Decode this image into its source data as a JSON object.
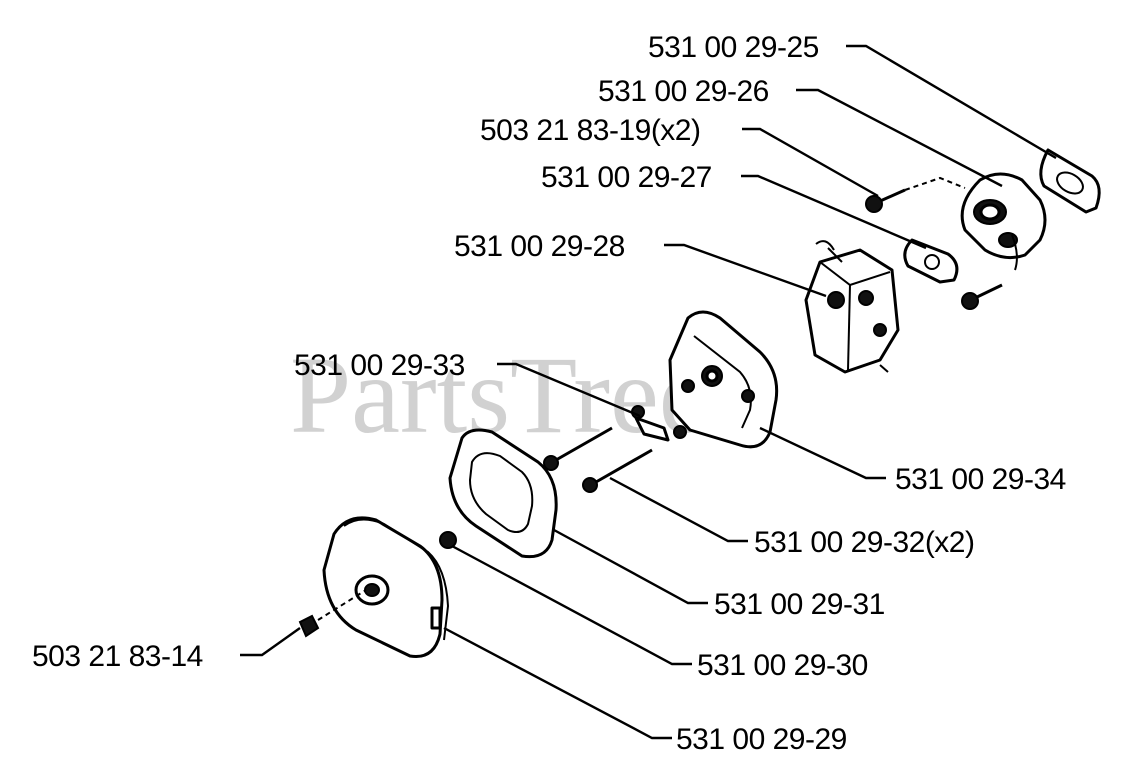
{
  "watermark": "PartsTree",
  "labels": [
    "531 00 29-25",
    "531 00 29-26",
    "503 21 83-19(x2)",
    "531 00 29-27",
    "531 00 29-28",
    "531 00 29-33",
    "531 00 29-34",
    "531 00 29-32(x2)",
    "531 00 29-31",
    "503 21 83-14",
    "531 00 29-30",
    "531 00 29-29"
  ]
}
